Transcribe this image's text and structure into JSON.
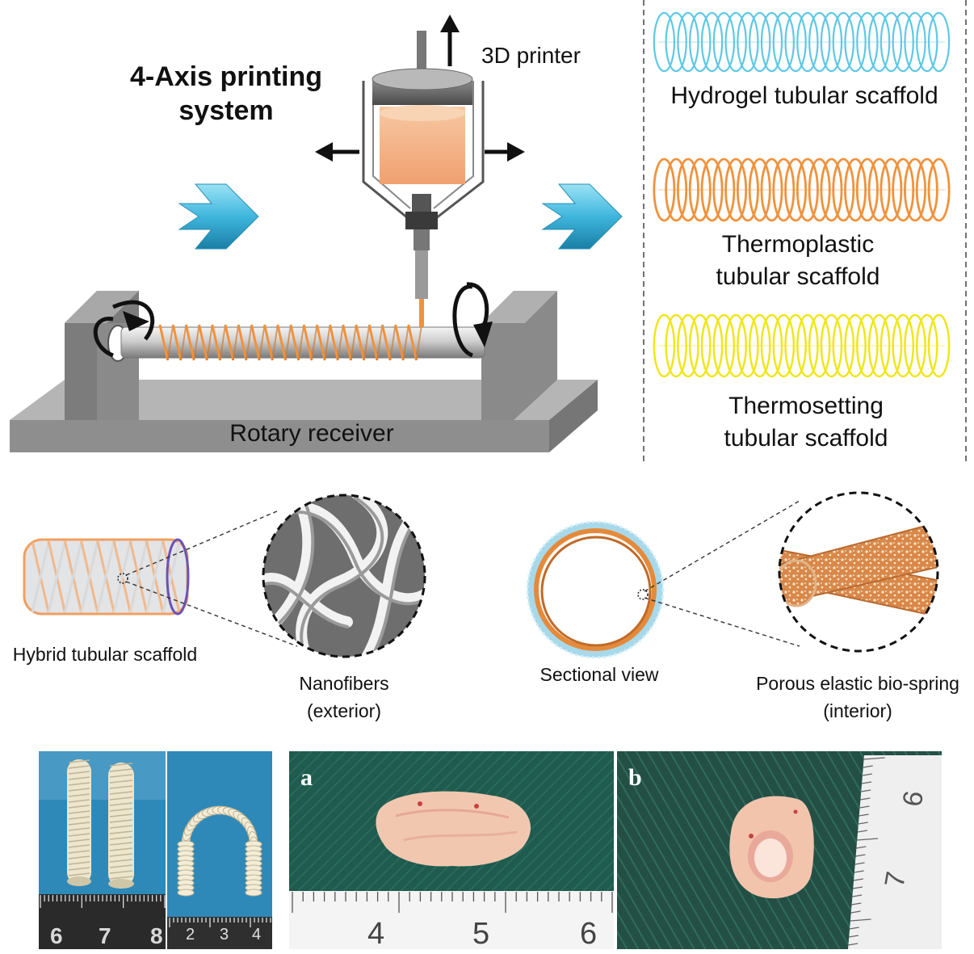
{
  "top": {
    "title_line1": "4-Axis printing",
    "title_line2": "system",
    "printer_label": "3D printer",
    "receiver_label": "Rotary receiver"
  },
  "scaffolds": [
    {
      "lines": [
        "Hydrogel tubular scaffold"
      ],
      "color": "#5ec8e6"
    },
    {
      "lines": [
        "Thermoplastic",
        "tubular scaffold"
      ],
      "color": "#f0923c"
    },
    {
      "lines": [
        "Thermosetting",
        "tubular scaffold"
      ],
      "color": "#f0e61a"
    }
  ],
  "middle": {
    "hybrid_label": "Hybrid tubular scaffold",
    "nanofibers_line1": "Nanofibers",
    "nanofibers_line2": "(exterior)",
    "sectional_label": "Sectional view",
    "porous_line1": "Porous elastic bio-spring",
    "porous_line2": "(interior)"
  },
  "photos": {
    "ruler1_ticks": [
      "6",
      "7",
      "8"
    ],
    "ruler2_ticks": [
      "2",
      "3",
      "4"
    ],
    "ruler3_ticks": [
      "4",
      "5",
      "6"
    ],
    "ruler4_ticks": [
      "6",
      "7"
    ],
    "label_a": "a",
    "label_b": "b"
  },
  "colors": {
    "arrow_blue": "#3fb6dd",
    "hydrogel": "#5ec8e6",
    "thermoplastic": "#f0923c",
    "thermosetting": "#f0e61a",
    "base_gray": "#9a9a9a",
    "green_cloth": "#1f5b4e",
    "blue_bg": "#2f89b8"
  }
}
